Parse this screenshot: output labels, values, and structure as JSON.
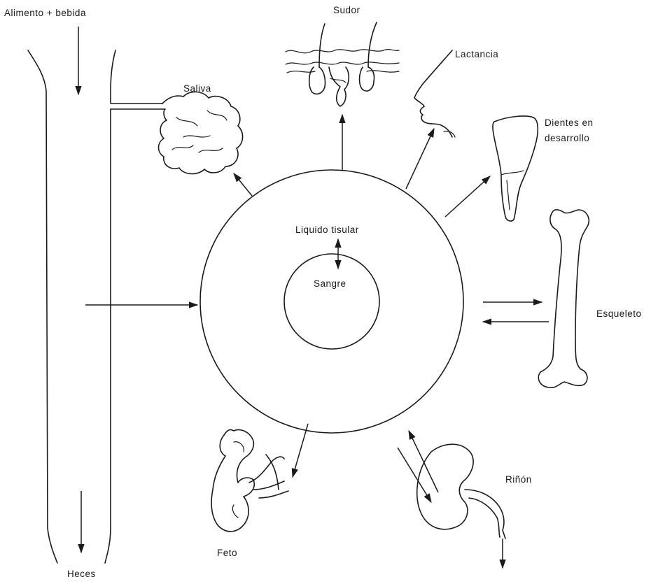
{
  "labels": {
    "food_drink": "Alimento + bebida",
    "sweat": "Sudor",
    "lactation": "Lactancia",
    "saliva": "Saliva",
    "teeth_line1": "Dientes en",
    "teeth_line2": "desarrollo",
    "tissue_fluid": "Liquido tisular",
    "blood": "Sangre",
    "skeleton": "Esqueleto",
    "fetus": "Feto",
    "kidney": "Riñón",
    "feces": "Heces"
  },
  "icons": [
    "gut-tube",
    "salivary-gland-icon",
    "sweat-gland-icon",
    "face-profile-icon",
    "tooth-icon",
    "bone-icon",
    "fetus-icon",
    "kidney-icon"
  ]
}
